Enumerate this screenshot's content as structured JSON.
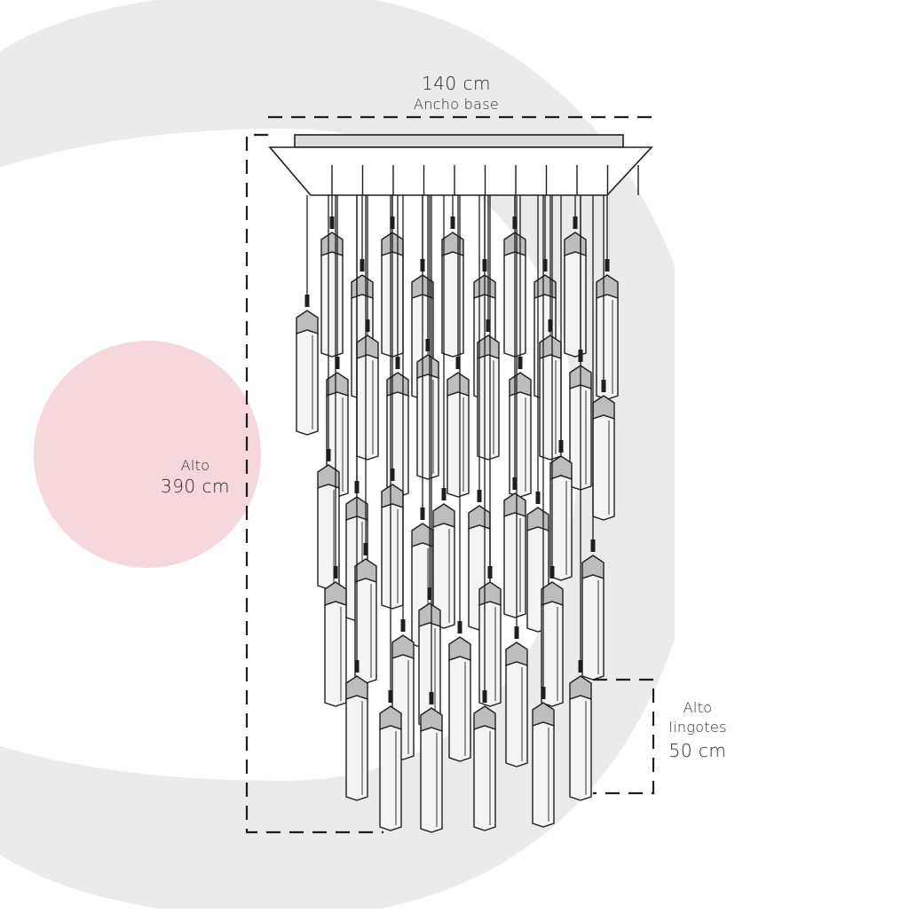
{
  "colors": {
    "ring": "#ebebeb",
    "circle_accent": "#f5d7dc",
    "line": "#1e1e1e",
    "dim_line": "#1e1e1e",
    "canopy_fill": "#ffffff",
    "canopy_plate": "#dcdcdc",
    "tube_fill": "#f4f4f4",
    "tube_cap": "#bdbdbd"
  },
  "dimensions": {
    "width": {
      "value": "140 cm",
      "label": "Ancho base"
    },
    "height": {
      "label": "Alto",
      "value": "390 cm"
    },
    "ingot_height": {
      "label_line1": "Alto",
      "label_line2": "lingotes",
      "value": "50 cm"
    }
  },
  "fixture": {
    "canopy_wire_count": 11,
    "ingot_rows": 6
  }
}
